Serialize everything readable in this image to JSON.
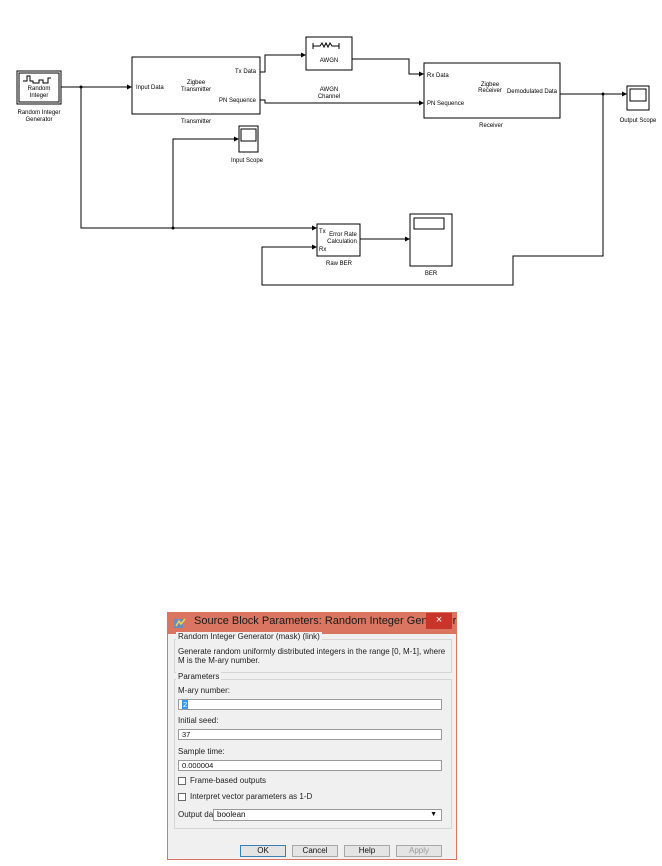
{
  "diagram": {
    "blocks": {
      "random_integer": {
        "line1": "Random",
        "line2": "Integer",
        "caption1": "Random Integer",
        "caption2": "Generator"
      },
      "transmitter": {
        "title1": "Zigbee",
        "title2": "Transmitter",
        "in_port": "Input Data",
        "out1": "Tx Data",
        "out2": "PN Sequence",
        "caption": "Transmitter"
      },
      "awgn": {
        "label": "AWGN",
        "caption1": "AWGN",
        "caption2": "Channel"
      },
      "receiver": {
        "title1": "Zigbee",
        "title2": "Receiver",
        "in1": "Rx Data",
        "in2": "PN Sequence",
        "out": "Demodulated Data",
        "caption": "Receiver"
      },
      "output_scope": {
        "caption": "Output Scope"
      },
      "input_scope": {
        "caption": "Input Scope"
      },
      "error_rate": {
        "title1": "Error Rate",
        "title2": "Calculation",
        "in1": "Tx",
        "in2": "Rx",
        "caption": "Raw BER"
      },
      "ber": {
        "caption": "BER"
      }
    }
  },
  "dialog": {
    "title": "Source Block Parameters: Random Integer Generator",
    "close_glyph": "×",
    "section_header": "Random Integer Generator (mask) (link)",
    "description": "Generate random uniformly distributed integers in the range [0, M-1], where M is the M-ary number.",
    "params_header": "Parameters",
    "mary_label": "M-ary number:",
    "mary_value": "2",
    "seed_label": "Initial seed:",
    "seed_value": "37",
    "sample_label": "Sample time:",
    "sample_value": "0.000004",
    "frame_label": "Frame-based outputs",
    "frame_checked": false,
    "interpret_label": "Interpret vector parameters as 1-D",
    "interpret_checked": false,
    "dtype_label": "Output data type:",
    "dtype_value": "boolean",
    "buttons": {
      "ok": "OK",
      "cancel": "Cancel",
      "help": "Help",
      "apply": "Apply"
    }
  }
}
